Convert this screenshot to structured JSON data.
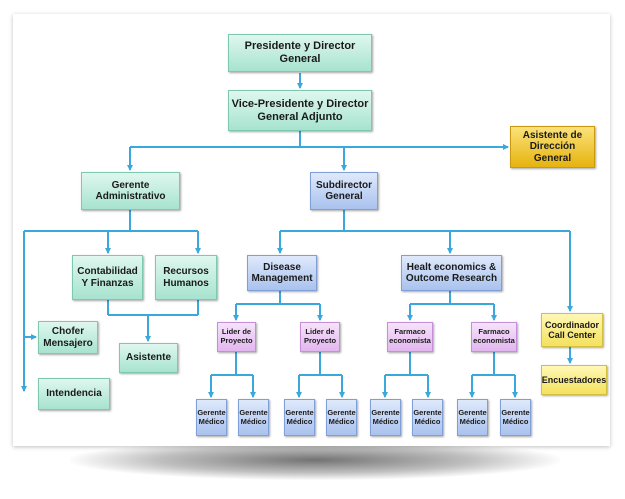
{
  "org_chart": {
    "presidente": "Presidente y Director General",
    "vice_presidente": "Vice-Presidente y Director General Adjunto",
    "asistente_direccion": "Asistente de Dirección General",
    "gerente_administrativo": "Gerente Administrativo",
    "subdirector": "Subdirector General",
    "contabilidad": "Contabilidad Y Finanzas",
    "recursos_humanos": "Recursos Humanos",
    "chofer": "Chofer Mensajero",
    "asistente": "Asistente",
    "intendencia": "Intendencia",
    "disease_management": "Disease Management",
    "healt_economics": "Healt economics & Outcome Research",
    "coordinador": "Coordinador Call Center",
    "encuestadores": "Encuestadores",
    "lider_1": "Lider de Proyecto",
    "lider_2": "Lider de Proyecto",
    "farmaco_1": "Farmaco economista",
    "farmaco_2": "Farmaco economista",
    "gerentes_medicos": [
      "Gerente Médico",
      "Gerente Médico",
      "Gerente Médico",
      "Gerente Médico",
      "Gerente Médico",
      "Gerente Médico",
      "Gerente Médico",
      "Gerente Médico"
    ]
  },
  "colors": {
    "connector": "#3aa8dc",
    "teal_box": "#a7e3cf",
    "blue_box": "#a9c2ee",
    "pink_box": "#e2b6ef",
    "gold_box": "#e6b30e",
    "yellow_box": "#f4e15e"
  }
}
